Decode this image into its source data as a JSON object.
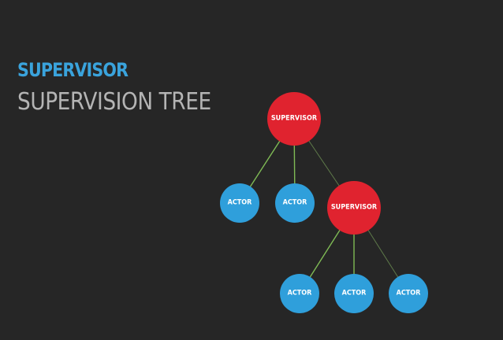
{
  "slide": {
    "kicker": "SUPERVISOR",
    "title": "SUPERVISION TREE"
  },
  "colors": {
    "background": "#262626",
    "kicker": "#3aa3dc",
    "title": "#b4b4b4",
    "supervisor": "#e0232f",
    "actor": "#2f9fdb",
    "edge_primary": "#7fba55",
    "edge_secondary": "#5f7a4a",
    "node_text": "#ffffff"
  },
  "tree": {
    "root": {
      "label": "SUPERVISOR",
      "kind": "supervisor",
      "children": [
        {
          "label": "ACTOR",
          "kind": "actor"
        },
        {
          "label": "ACTOR",
          "kind": "actor"
        },
        {
          "label": "SUPERVISOR",
          "kind": "supervisor",
          "children": [
            {
              "label": "ACTOR",
              "kind": "actor"
            },
            {
              "label": "ACTOR",
              "kind": "actor"
            },
            {
              "label": "ACTOR",
              "kind": "actor"
            }
          ]
        }
      ]
    }
  }
}
